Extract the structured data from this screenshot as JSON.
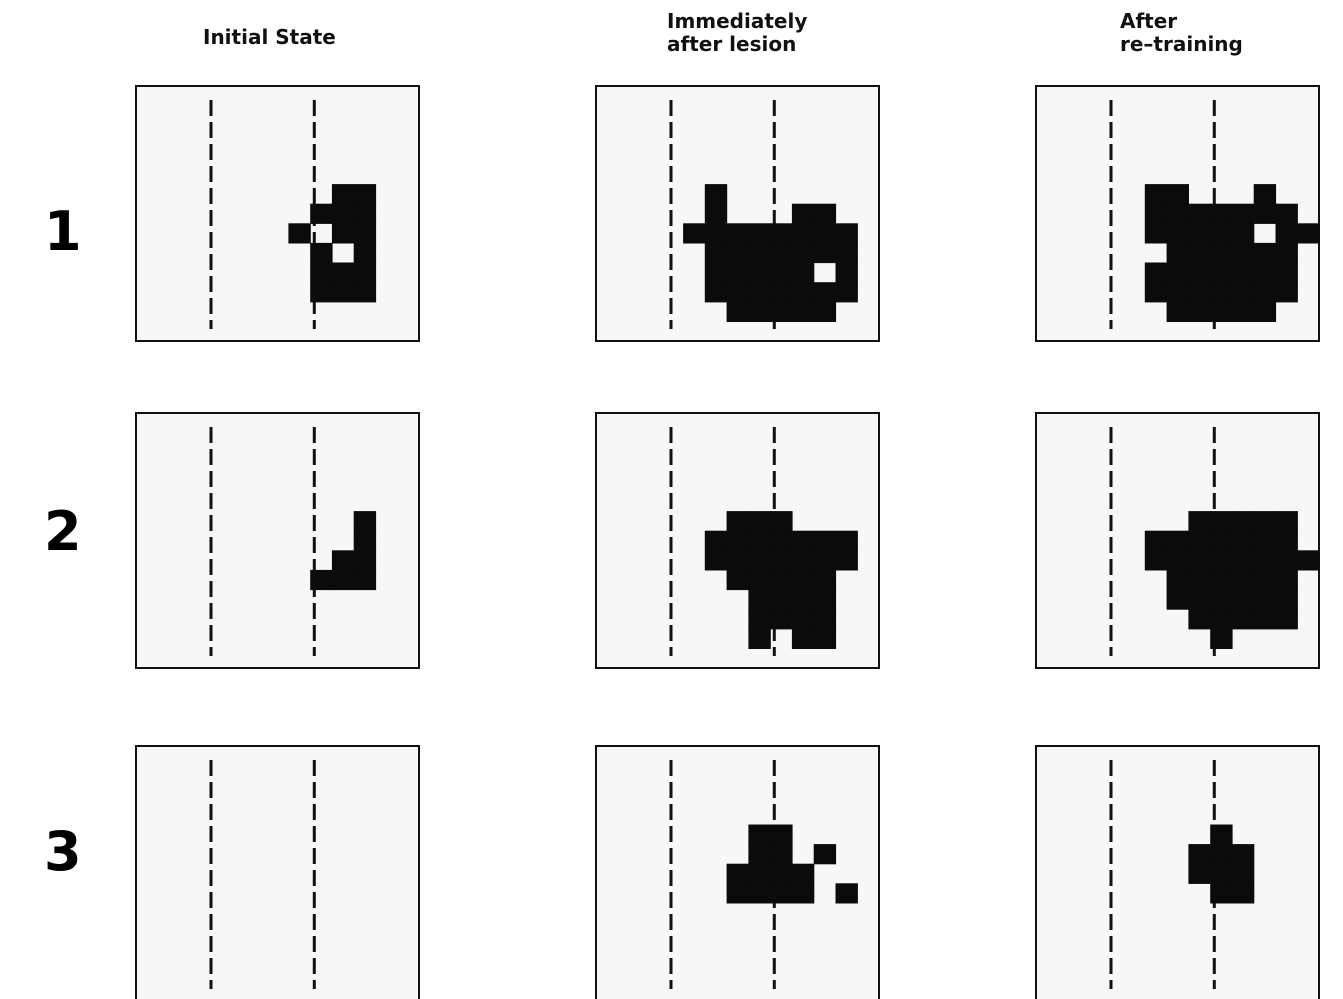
{
  "figure": {
    "columns": [
      {
        "id": "initial",
        "title_lines": [
          "Initial State"
        ]
      },
      {
        "id": "lesion",
        "title_lines": [
          "Immediately",
          "after lesion"
        ]
      },
      {
        "id": "retrain",
        "title_lines": [
          "After",
          "re–training"
        ]
      }
    ],
    "rows": [
      {
        "label": "1"
      },
      {
        "label": "2"
      },
      {
        "label": "3"
      }
    ],
    "panels": [
      [
        {
          "grid": 13,
          "cells": [
            [
              9,
              5
            ],
            [
              10,
              5
            ],
            [
              8,
              6
            ],
            [
              9,
              6
            ],
            [
              10,
              6
            ],
            [
              7,
              7
            ],
            [
              9,
              7
            ],
            [
              10,
              7
            ],
            [
              8,
              8
            ],
            [
              10,
              8
            ],
            [
              8,
              9
            ],
            [
              9,
              9
            ],
            [
              10,
              9
            ],
            [
              8,
              10
            ],
            [
              9,
              10
            ],
            [
              10,
              10
            ]
          ]
        },
        {
          "grid": 13,
          "cells": [
            [
              5,
              5
            ],
            [
              5,
              6
            ],
            [
              9,
              6
            ],
            [
              10,
              6
            ],
            [
              4,
              7
            ],
            [
              5,
              7
            ],
            [
              6,
              7
            ],
            [
              7,
              7
            ],
            [
              8,
              7
            ],
            [
              9,
              7
            ],
            [
              10,
              7
            ],
            [
              11,
              7
            ],
            [
              5,
              8
            ],
            [
              6,
              8
            ],
            [
              7,
              8
            ],
            [
              8,
              8
            ],
            [
              9,
              8
            ],
            [
              10,
              8
            ],
            [
              11,
              8
            ],
            [
              5,
              9
            ],
            [
              6,
              9
            ],
            [
              7,
              9
            ],
            [
              8,
              9
            ],
            [
              9,
              9
            ],
            [
              11,
              9
            ],
            [
              5,
              10
            ],
            [
              6,
              10
            ],
            [
              7,
              10
            ],
            [
              8,
              10
            ],
            [
              9,
              10
            ],
            [
              10,
              10
            ],
            [
              11,
              10
            ],
            [
              6,
              11
            ],
            [
              7,
              11
            ],
            [
              8,
              11
            ],
            [
              9,
              11
            ],
            [
              10,
              11
            ]
          ]
        },
        {
          "grid": 13,
          "cells": [
            [
              5,
              5
            ],
            [
              6,
              5
            ],
            [
              10,
              5
            ],
            [
              5,
              6
            ],
            [
              6,
              6
            ],
            [
              7,
              6
            ],
            [
              8,
              6
            ],
            [
              9,
              6
            ],
            [
              10,
              6
            ],
            [
              11,
              6
            ],
            [
              5,
              7
            ],
            [
              6,
              7
            ],
            [
              7,
              7
            ],
            [
              8,
              7
            ],
            [
              9,
              7
            ],
            [
              11,
              7
            ],
            [
              12,
              7
            ],
            [
              6,
              8
            ],
            [
              7,
              8
            ],
            [
              8,
              8
            ],
            [
              9,
              8
            ],
            [
              10,
              8
            ],
            [
              11,
              8
            ],
            [
              5,
              9
            ],
            [
              6,
              9
            ],
            [
              7,
              9
            ],
            [
              8,
              9
            ],
            [
              9,
              9
            ],
            [
              10,
              9
            ],
            [
              11,
              9
            ],
            [
              5,
              10
            ],
            [
              6,
              10
            ],
            [
              7,
              10
            ],
            [
              8,
              10
            ],
            [
              9,
              10
            ],
            [
              10,
              10
            ],
            [
              11,
              10
            ],
            [
              6,
              11
            ],
            [
              7,
              11
            ],
            [
              8,
              11
            ],
            [
              9,
              11
            ],
            [
              10,
              11
            ]
          ]
        }
      ],
      [
        {
          "grid": 13,
          "cells": [
            [
              10,
              5
            ],
            [
              10,
              6
            ],
            [
              9,
              7
            ],
            [
              10,
              7
            ],
            [
              8,
              8
            ],
            [
              9,
              8
            ],
            [
              10,
              8
            ]
          ]
        },
        {
          "grid": 13,
          "cells": [
            [
              6,
              5
            ],
            [
              7,
              5
            ],
            [
              8,
              5
            ],
            [
              5,
              6
            ],
            [
              6,
              6
            ],
            [
              7,
              6
            ],
            [
              8,
              6
            ],
            [
              9,
              6
            ],
            [
              10,
              6
            ],
            [
              11,
              6
            ],
            [
              5,
              7
            ],
            [
              6,
              7
            ],
            [
              7,
              7
            ],
            [
              8,
              7
            ],
            [
              9,
              7
            ],
            [
              10,
              7
            ],
            [
              11,
              7
            ],
            [
              6,
              8
            ],
            [
              7,
              8
            ],
            [
              8,
              8
            ],
            [
              9,
              8
            ],
            [
              10,
              8
            ],
            [
              7,
              9
            ],
            [
              8,
              9
            ],
            [
              9,
              9
            ],
            [
              10,
              9
            ],
            [
              7,
              10
            ],
            [
              8,
              10
            ],
            [
              9,
              10
            ],
            [
              10,
              10
            ],
            [
              7,
              11
            ],
            [
              9,
              11
            ],
            [
              10,
              11
            ]
          ]
        },
        {
          "grid": 13,
          "cells": [
            [
              7,
              5
            ],
            [
              8,
              5
            ],
            [
              9,
              5
            ],
            [
              10,
              5
            ],
            [
              11,
              5
            ],
            [
              5,
              6
            ],
            [
              6,
              6
            ],
            [
              7,
              6
            ],
            [
              8,
              6
            ],
            [
              9,
              6
            ],
            [
              10,
              6
            ],
            [
              11,
              6
            ],
            [
              5,
              7
            ],
            [
              6,
              7
            ],
            [
              7,
              7
            ],
            [
              8,
              7
            ],
            [
              9,
              7
            ],
            [
              10,
              7
            ],
            [
              11,
              7
            ],
            [
              12,
              7
            ],
            [
              6,
              8
            ],
            [
              7,
              8
            ],
            [
              8,
              8
            ],
            [
              9,
              8
            ],
            [
              10,
              8
            ],
            [
              11,
              8
            ],
            [
              6,
              9
            ],
            [
              7,
              9
            ],
            [
              8,
              9
            ],
            [
              9,
              9
            ],
            [
              10,
              9
            ],
            [
              11,
              9
            ],
            [
              7,
              10
            ],
            [
              8,
              10
            ],
            [
              9,
              10
            ],
            [
              10,
              10
            ],
            [
              11,
              10
            ],
            [
              8,
              11
            ]
          ]
        }
      ],
      [
        {
          "grid": 13,
          "cells": []
        },
        {
          "grid": 13,
          "cells": [
            [
              7,
              4
            ],
            [
              8,
              4
            ],
            [
              10,
              5
            ],
            [
              7,
              5
            ],
            [
              8,
              5
            ],
            [
              6,
              6
            ],
            [
              7,
              6
            ],
            [
              8,
              6
            ],
            [
              9,
              6
            ],
            [
              6,
              7
            ],
            [
              7,
              7
            ],
            [
              8,
              7
            ],
            [
              9,
              7
            ],
            [
              11,
              7
            ]
          ]
        },
        {
          "grid": 13,
          "cells": [
            [
              8,
              4
            ],
            [
              7,
              5
            ],
            [
              8,
              5
            ],
            [
              9,
              5
            ],
            [
              7,
              6
            ],
            [
              8,
              6
            ],
            [
              9,
              6
            ],
            [
              8,
              7
            ],
            [
              9,
              7
            ]
          ]
        }
      ]
    ]
  }
}
